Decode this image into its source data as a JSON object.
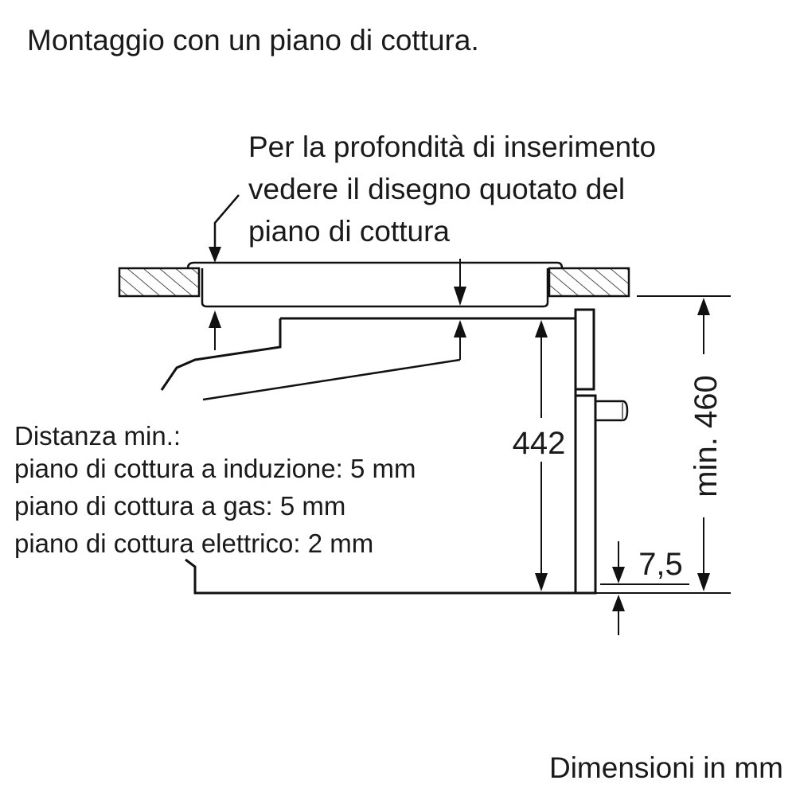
{
  "title": "Montaggio con un piano di cottura.",
  "note": {
    "lines": [
      "Per la profondità di inserimento",
      "vedere il disegno quotato del",
      "piano di cottura"
    ]
  },
  "distance": {
    "heading": "Distanza min.:",
    "items": [
      "piano di cottura a induzione: 5 mm",
      "piano di cottura a gas: 5 mm",
      "piano di cottura elettrico: 2 mm"
    ]
  },
  "dimensions": {
    "oven_height": "442",
    "niche_height": "min. 460",
    "bottom_offset": "7,5"
  },
  "units_label": "Dimensioni in mm",
  "colors": {
    "line": "#111111",
    "background": "#ffffff"
  }
}
